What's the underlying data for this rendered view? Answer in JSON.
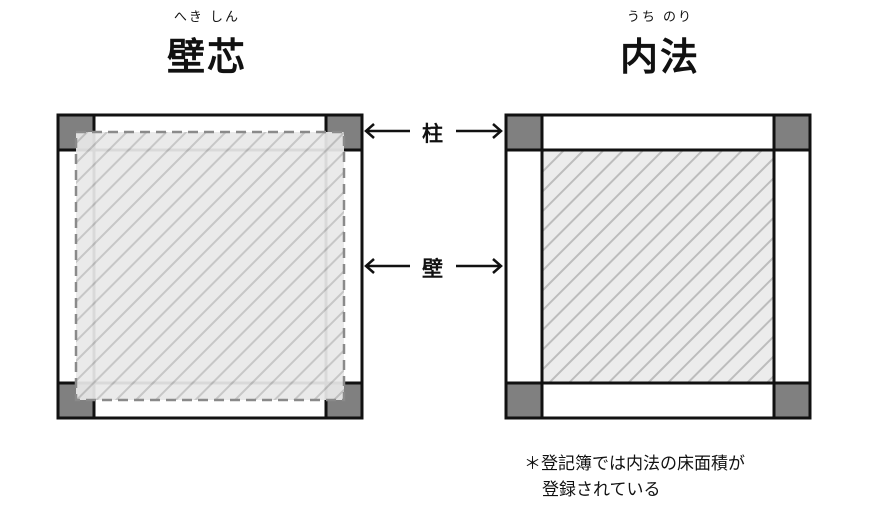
{
  "left_panel": {
    "ruby": "へき しん",
    "title": "壁芯"
  },
  "right_panel": {
    "ruby": "うち のり",
    "title": "内法"
  },
  "labels": {
    "pillar": "柱",
    "wall": "壁"
  },
  "note": {
    "line1": "＊登記簿では内法の床面積が",
    "line2": "登録されている"
  },
  "colors": {
    "pillar": "#808080",
    "frame": "#111111",
    "hatch": "#bdbdbd",
    "overlay": "#d9d9d9"
  }
}
